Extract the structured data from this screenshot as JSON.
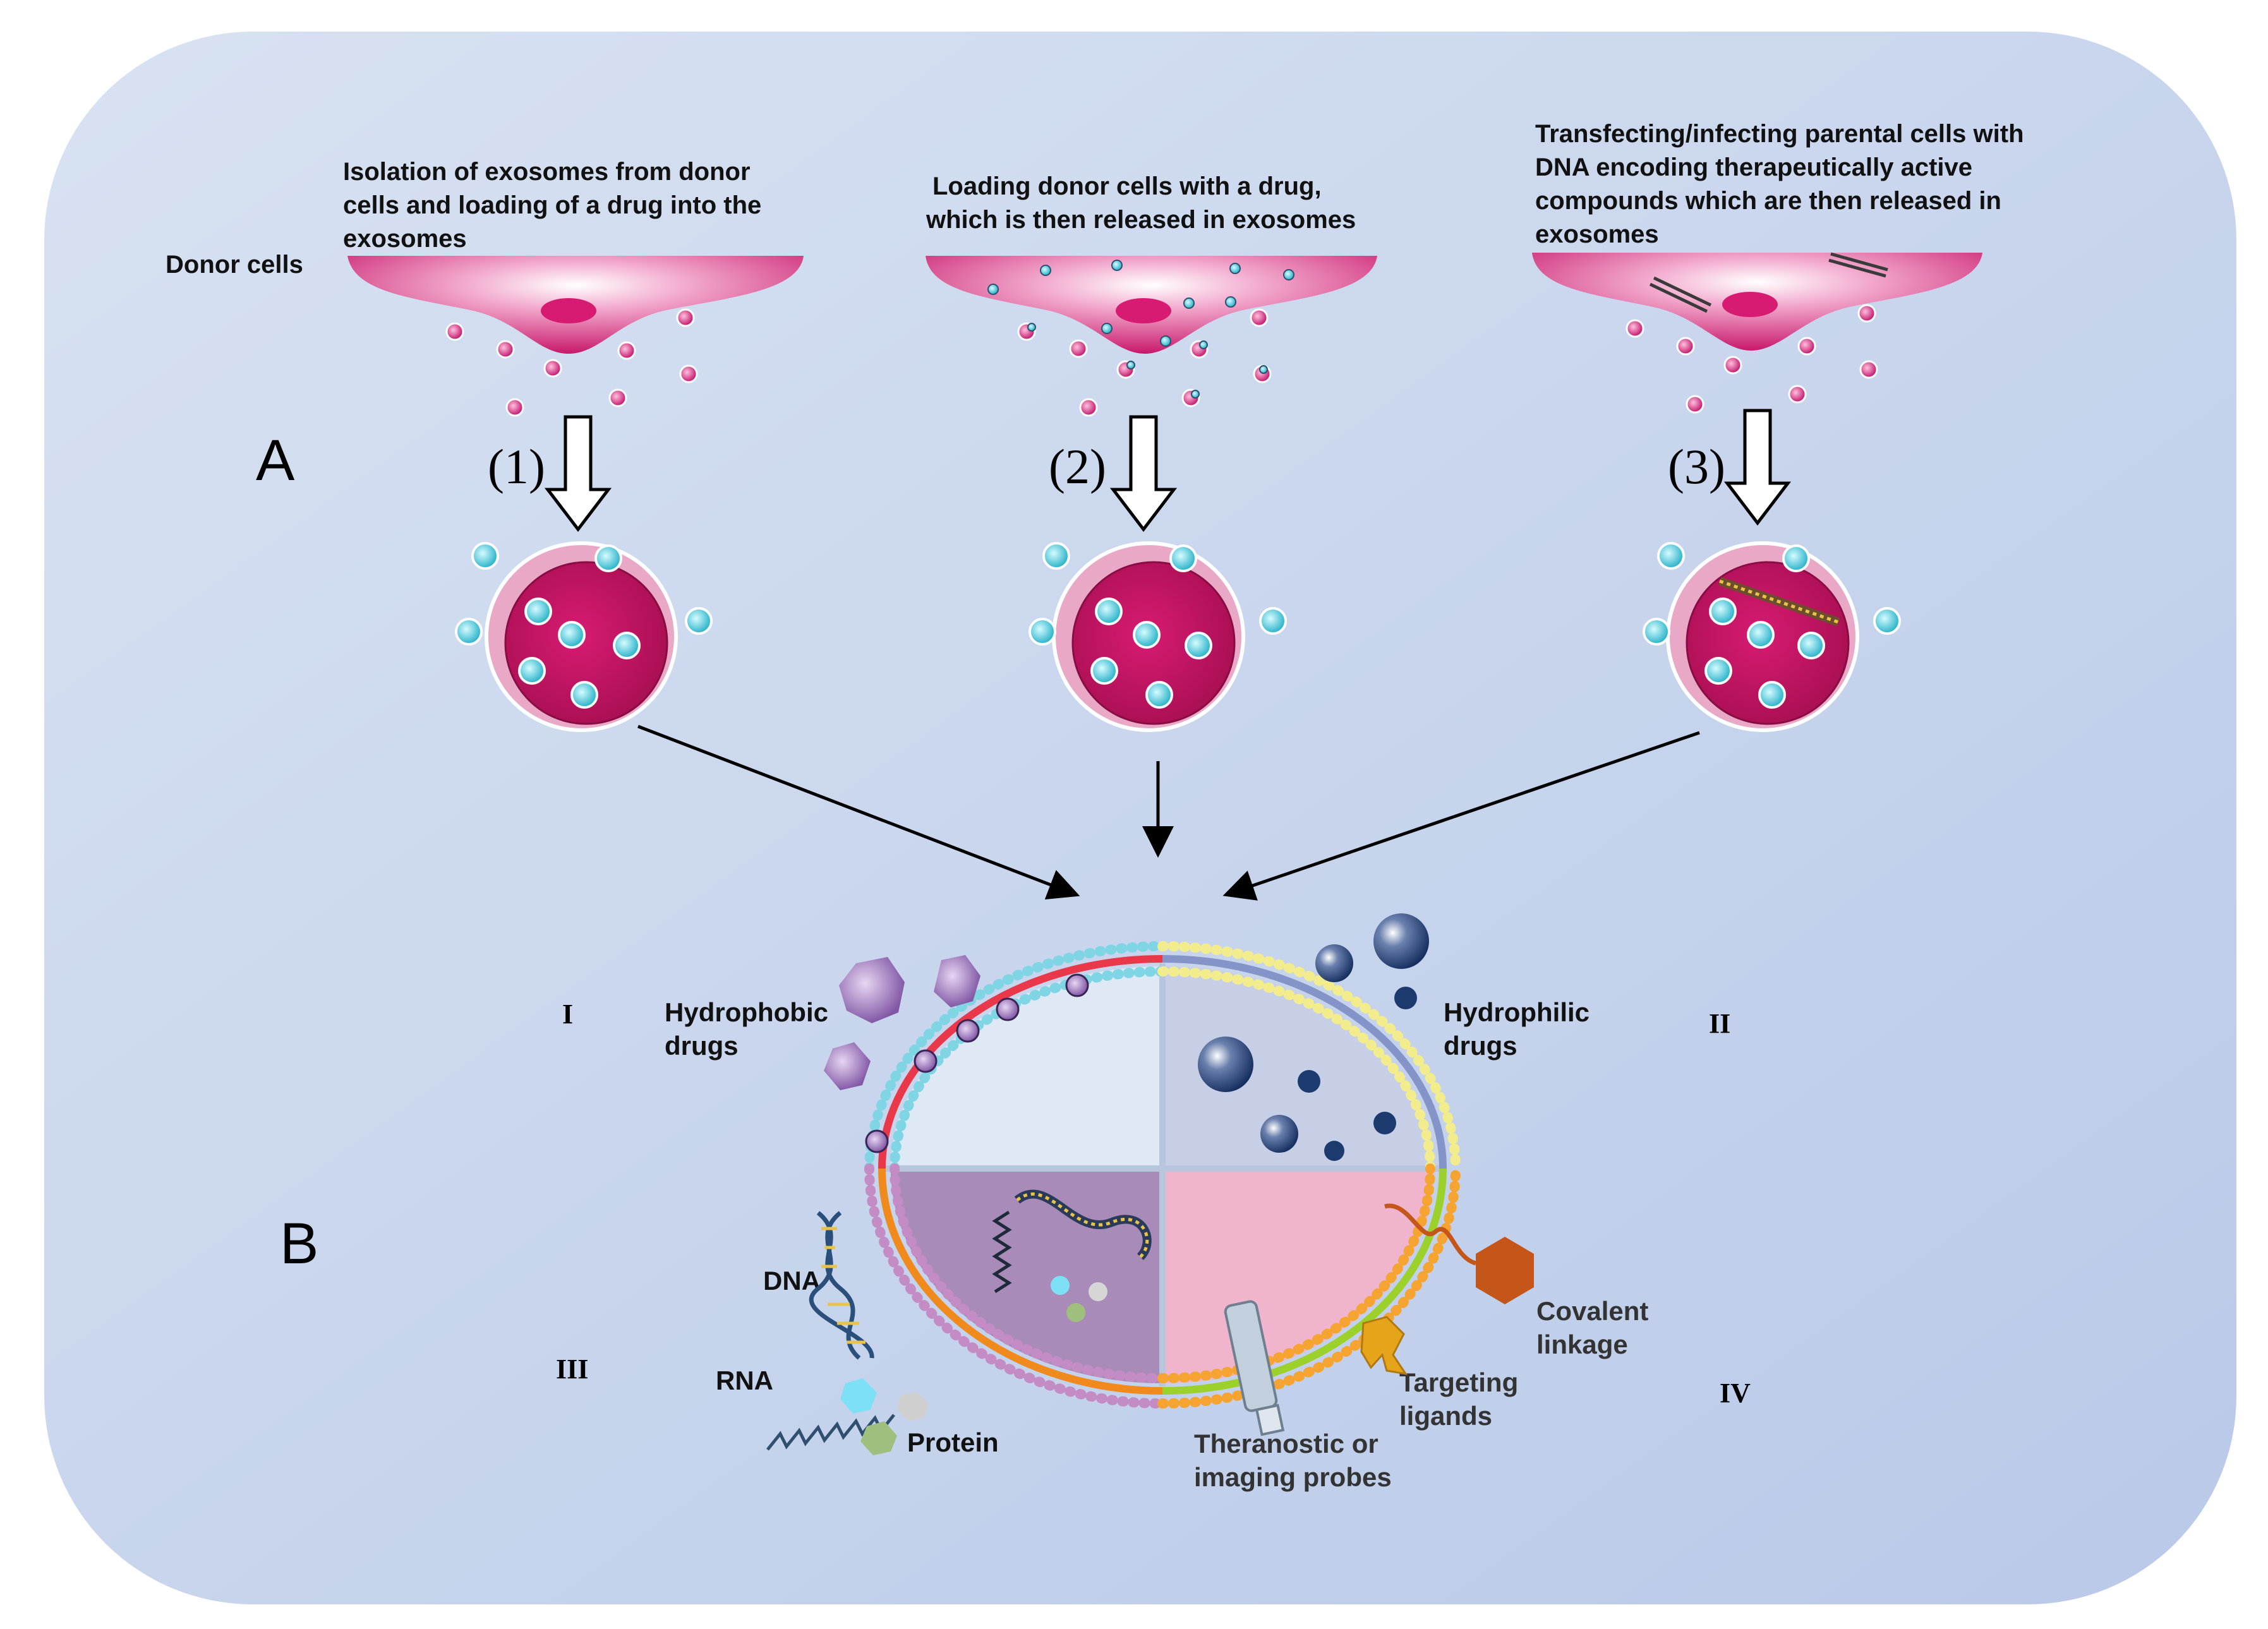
{
  "panels": {
    "a": "A",
    "b": "B"
  },
  "donor_cells_label": "Donor cells",
  "methods": [
    {
      "num": "(1)",
      "text": [
        "Isolation of exosomes from donor",
        "cells and loading of a drug into the",
        "exosomes"
      ]
    },
    {
      "num": "(2)",
      "text": [
        "Loading donor cells with a drug,",
        "which is then released in exosomes"
      ]
    },
    {
      "num": "(3)",
      "text": [
        "Transfecting/infecting parental cells with",
        "DNA encoding therapeutically active",
        "compounds which are then released in",
        "exosomes"
      ]
    }
  ],
  "quadrants": {
    "q1": {
      "roman": "I",
      "label": [
        "Hydrophobic",
        "drugs"
      ]
    },
    "q2": {
      "roman": "II",
      "label": [
        "Hydrophilic",
        "drugs"
      ]
    },
    "q3": {
      "roman": "III",
      "dna": "DNA",
      "rna": "RNA",
      "protein": "Protein"
    },
    "q4": {
      "roman": "IV",
      "covalent": [
        "Covalent",
        "linkage"
      ],
      "targeting": [
        "Targeting",
        "ligands"
      ],
      "theranostic": [
        "Theranostic or",
        "imaging probes"
      ]
    }
  },
  "colors": {
    "background": "#cdd9ee",
    "cell": "#c8186a",
    "exosome_fill": "#c0145e",
    "cyan_vesicle": "#3ec6d8",
    "hydrophobic_drug": "#9a6fb8",
    "hydrophilic_drug": "#1d3a6e",
    "covalent_hexagon": "#c5561a"
  }
}
